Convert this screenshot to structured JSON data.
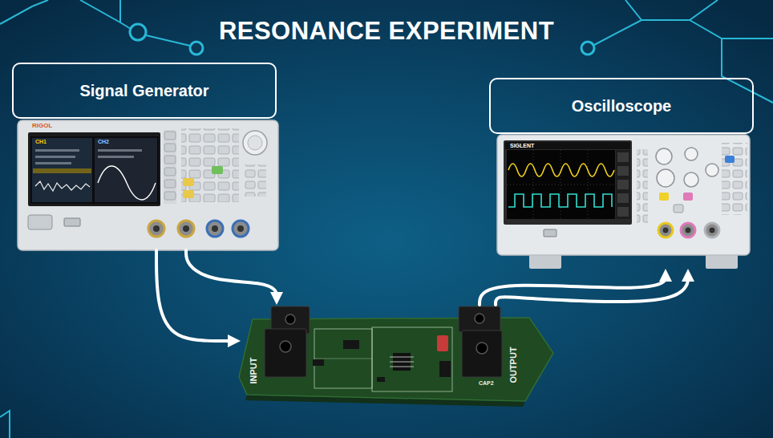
{
  "diagram": {
    "title": "RESONANCE EXPERIMENT",
    "nodes": [
      {
        "text": [
          "Signal Generator"
        ]
      },
      {
        "text": [
          "RIGOL"
        ]
      },
      {
        "text": [
          "Oscilloscope"
        ]
      },
      {
        "text": [
          "SIGLENT"
        ]
      },
      {
        "text": [
          "INPUT",
          "OUTPUT"
        ]
      }
    ],
    "edges": [
      {
        "from": 1,
        "to": 4,
        "arrow": "to"
      },
      {
        "from": 1,
        "to": 4,
        "arrow": "to"
      },
      {
        "from": 4,
        "to": 3,
        "arrow": "to"
      },
      {
        "from": 4,
        "to": 3,
        "arrow": "to"
      }
    ],
    "labels": [
      "CH1",
      "CH2",
      "CAP2"
    ]
  }
}
